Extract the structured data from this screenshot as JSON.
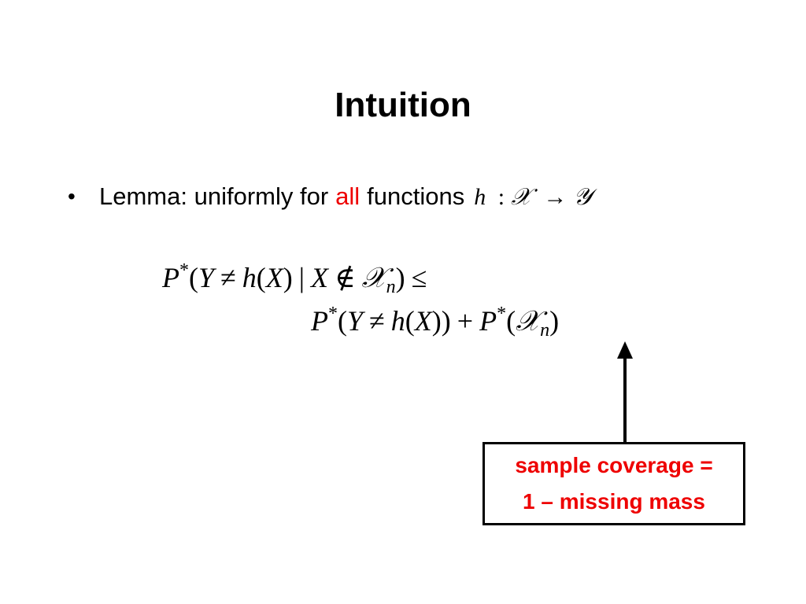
{
  "slide": {
    "title": "Intuition",
    "bullet": {
      "marker": "•",
      "text_before": "Lemma: uniformly for",
      "highlight": "all",
      "text_after": "functions",
      "math": {
        "h": "h",
        "colon": ":",
        "domain": "𝒳",
        "arrow": "→",
        "codomain": "𝒴"
      }
    },
    "formula": {
      "line1": {
        "P": "P",
        "star": "*",
        "open": "(",
        "Y": "Y",
        "neq": "≠",
        "h": "h",
        "hopen": "(",
        "X": "X",
        "hclose": ")",
        "bar": "|",
        "X2": "X",
        "notin": "∉",
        "setX": "𝒳",
        "sub_n": "n",
        "close": ")",
        "leq": "≤"
      },
      "line2": {
        "P": "P",
        "star": "*",
        "open": "(",
        "Y": "Y",
        "neq": "≠",
        "h": "h",
        "hopen": "(",
        "X": "X",
        "hclose": "))",
        "plus": "+",
        "P2": "P",
        "star2": "*",
        "open2": "(",
        "setX": "𝒳",
        "sub_n": "n",
        "close2": ")"
      }
    },
    "callout": {
      "line1": "sample coverage =",
      "line2": "1 – missing mass"
    },
    "colors": {
      "highlight": "#ee0000",
      "text": "#000000",
      "background": "#ffffff"
    }
  }
}
